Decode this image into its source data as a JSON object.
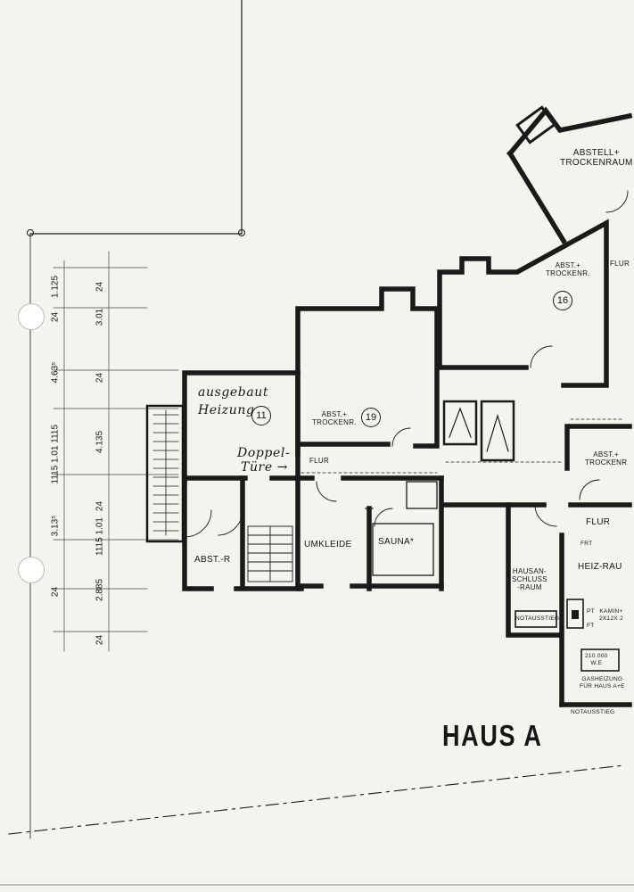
{
  "title": "HAUS A",
  "rooms": {
    "abstell_trockenraum": "ABSTELL+\nTROCKENRAUM",
    "abst_trockenr_16": "ABST.+\nTROCKENR.",
    "abst_trockenr_19": "ABST.+\nTROCKENR.",
    "abst_trockenr_right": "ABST.+\nTROCKENR",
    "flur_top_right": "FLUR",
    "flur_mid": "FLUR",
    "flur_right": "FLUR",
    "abst_r": "ABST.-R",
    "umkleide": "UMKLEIDE",
    "sauna": "SAUNA*",
    "heizraum": "HEIZ-RAU",
    "hausanschlussraum": "HAUSAN-\nSCHLUSS\n-RAUM",
    "notausstieg_1": "NOTAUSSTIEG",
    "notausstieg_2": "NOTAUSSTIEG",
    "pt": "PT",
    "ft": "FT",
    "kamin": "KAMIN+\n2x12x 2",
    "we": "210 000\nW.E",
    "gasheizung": "GASHEIZUNG\nFÜR HAUS A+E",
    "frt": "FRT"
  },
  "room_numbers": {
    "r11": "11",
    "r19": "19",
    "r16": "16"
  },
  "handwritten": {
    "ausgebaut": "ausgebaut",
    "heizung": "Heizung",
    "doppel": "Doppel-",
    "tuere": "Türe →"
  },
  "dimensions": {
    "d1": "1.125",
    "d2": "24",
    "d3": "3.01",
    "d4": "24",
    "d5": "4.63⁵",
    "d6": "24",
    "d7": "4.135",
    "d8": "1115 1.01 1115",
    "d9": "24",
    "d10": "3.13⁵",
    "d11": "1115 1.01",
    "d12": "24",
    "d13": "2.885",
    "d14": "24"
  }
}
